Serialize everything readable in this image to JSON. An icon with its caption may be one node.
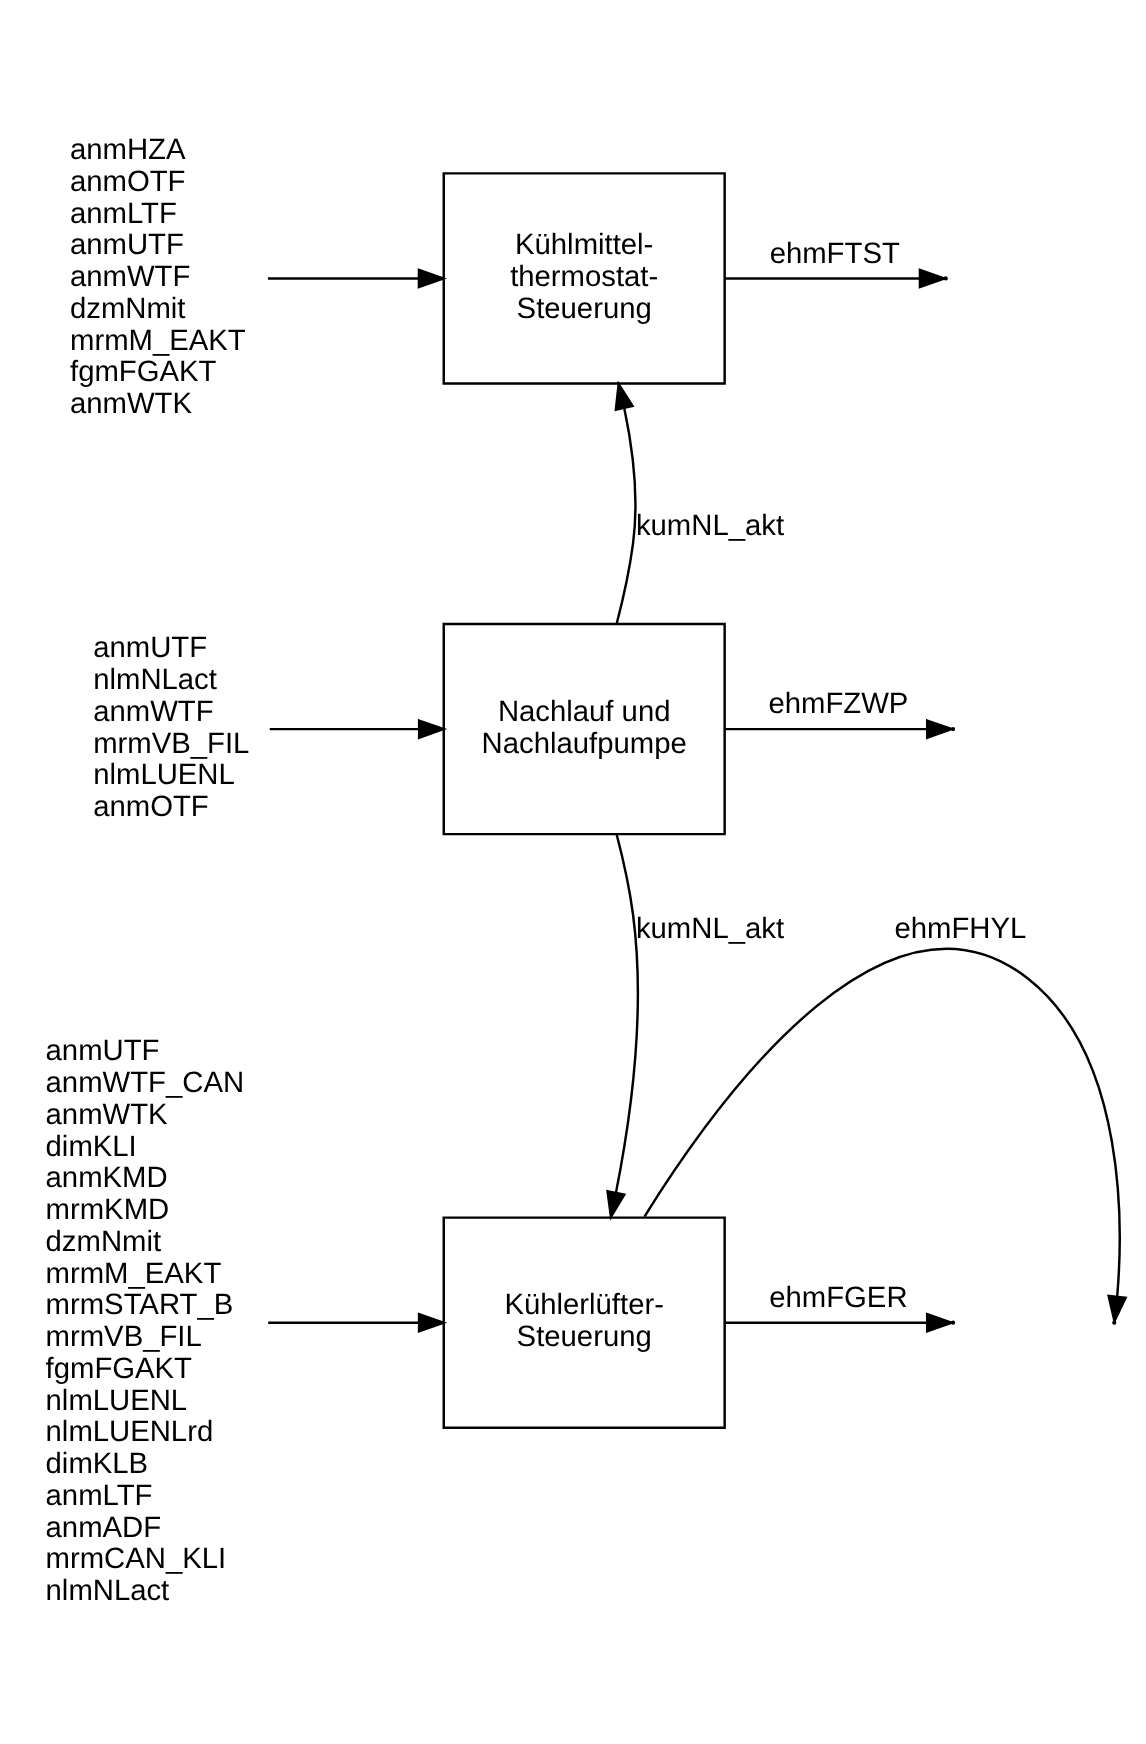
{
  "diagram": {
    "nodes": [
      {
        "text": [
          "anmHZA",
          "anmOTF",
          "anmLTF",
          "anmUTF",
          "anmWTF",
          "dzmNmit",
          "mrmM_EAKT",
          "fgmFGAKT",
          "anmWTK"
        ]
      },
      {
        "text": [
          "Kühlmittel- thermostat- Steuerung"
        ]
      },
      {
        "text": [
          "anmUTF",
          "nlmNLact",
          "anmWTF",
          "mrmVB_FIL",
          "nlmLUENL",
          "anmOTF"
        ]
      },
      {
        "text": [
          "Nachlauf und Nachlaufpumpe"
        ]
      },
      {
        "text": [
          "anmUTF",
          "anmWTF_CAN",
          "anmWTK",
          "dimKLI",
          "anmKMD",
          "mrmKMD",
          "dzmNmit",
          "mrmM_EAKT",
          "mrmSTART_B",
          "mrmVB_FIL",
          "fgmFGAKT",
          "nlmLUENL",
          "nlmLUENLrd",
          "dimKLB",
          "anmLTF",
          "anmADF",
          "mrmCAN_KLI",
          "nlmNLact"
        ]
      },
      {
        "text": [
          "Kühlerlüfter- Steuerung"
        ]
      }
    ],
    "edges": [
      {
        "from": 0,
        "to": 1,
        "arrow": "to"
      },
      {
        "from": 1,
        "to": null,
        "arrow": "to",
        "label": "ehmFTST"
      },
      {
        "from": 3,
        "to": 1,
        "arrow": "to",
        "label": "kumNL_akt"
      },
      {
        "from": 2,
        "to": 3,
        "arrow": "to"
      },
      {
        "from": 3,
        "to": null,
        "arrow": "to",
        "label": "ehmFZWP"
      },
      {
        "from": 3,
        "to": 5,
        "arrow": "to",
        "label": "kumNL_akt"
      },
      {
        "from": 4,
        "to": 5,
        "arrow": "to"
      },
      {
        "from": 5,
        "to": null,
        "arrow": "to",
        "label": "ehmFHYL"
      },
      {
        "from": 5,
        "to": null,
        "arrow": "to",
        "label": "ehmFGER"
      }
    ]
  }
}
